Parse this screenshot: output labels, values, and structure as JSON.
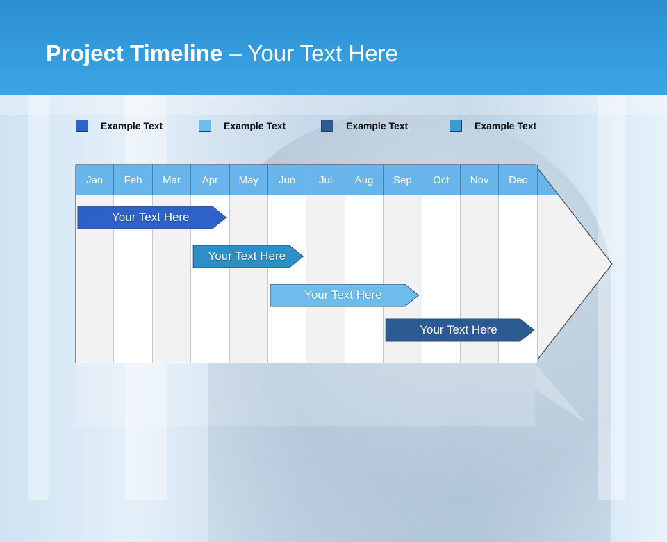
{
  "header": {
    "title_bold": "Project Timeline",
    "title_rest": " – Your Text Here"
  },
  "legend": [
    {
      "label": "Example Text",
      "color": "#2f62c8"
    },
    {
      "label": "Example Text",
      "color": "#6cbcee"
    },
    {
      "label": "Example Text",
      "color": "#2c5b93"
    },
    {
      "label": "Example Text",
      "color": "#3a9ad2"
    }
  ],
  "months": [
    "Jan",
    "Feb",
    "Mar",
    "Apr",
    "May",
    "Jun",
    "Jul",
    "Aug",
    "Sep",
    "Oct",
    "Nov",
    "Dec"
  ],
  "tasks": [
    {
      "label": "Your  Text Here",
      "color": "#2f62c8",
      "start_month": "Jan",
      "end_month": "Apr"
    },
    {
      "label": "Your  Text Here",
      "color": "#2c8fc6",
      "start_month": "Apr",
      "end_month": "Jun"
    },
    {
      "label": "Your  Text Here",
      "color": "#6cbcee",
      "start_month": "Jun",
      "end_month": "Sep"
    },
    {
      "label": "Your  Text Here",
      "color": "#2c5b93",
      "start_month": "Sep",
      "end_month": "Dec"
    }
  ],
  "colors": {
    "header": "#3aa5e6",
    "month_header": "#67b5ea",
    "arrow_fill": "#f2f2f2"
  }
}
